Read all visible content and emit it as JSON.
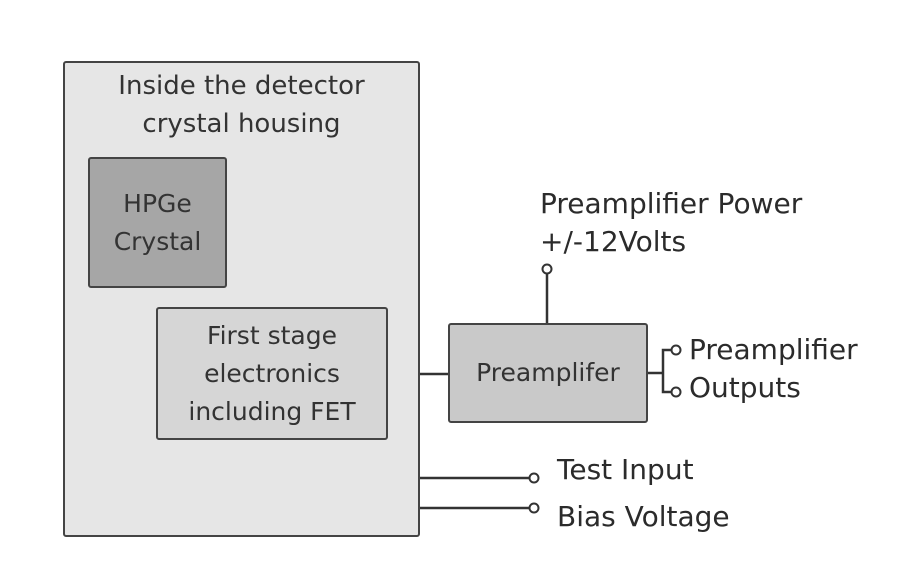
{
  "housing": {
    "label_line1": "Inside the detector",
    "label_line2": "crystal housing"
  },
  "crystal": {
    "line1": "HPGe",
    "line2": "Crystal"
  },
  "fet": {
    "line1": "First stage",
    "line2": "electronics",
    "line3": "including FET"
  },
  "preamp": {
    "label": "Preamplifer"
  },
  "power": {
    "line1": "Preamplifier Power",
    "line2": "+/-12Volts"
  },
  "outputs": {
    "line1": "Preamplifier",
    "line2": "Outputs"
  },
  "test_input": {
    "label": "Test Input"
  },
  "bias": {
    "label": "Bias Voltage"
  },
  "colors": {
    "housing_fill": "#e6e6e6",
    "crystal_fill": "#a6a6a6",
    "fet_fill": "#d6d6d6",
    "preamp_fill": "#c9c9c9",
    "line": "#333333"
  }
}
